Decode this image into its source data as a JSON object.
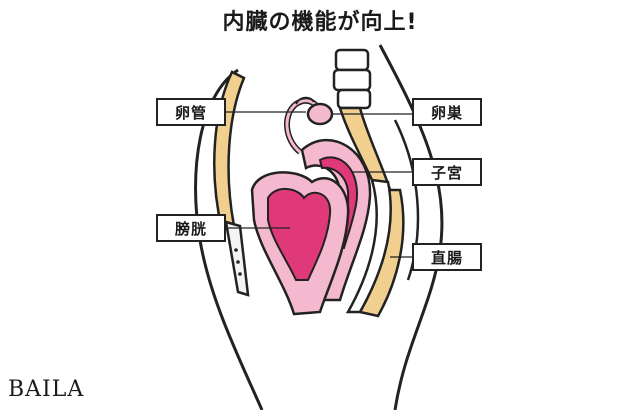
{
  "title": "内臓の機能が向上!",
  "labels": {
    "oviduct": "卵管",
    "ovary": "卵巣",
    "uterus": "子宮",
    "bladder": "膀胱",
    "rectum": "直腸"
  },
  "brand": "BAILA",
  "colors": {
    "bladder_fill": "#e0397a",
    "pink_light": "#f4b9ce",
    "pink_mid": "#ef93b3",
    "bone": "#f0cf8f",
    "outline": "#222222"
  }
}
